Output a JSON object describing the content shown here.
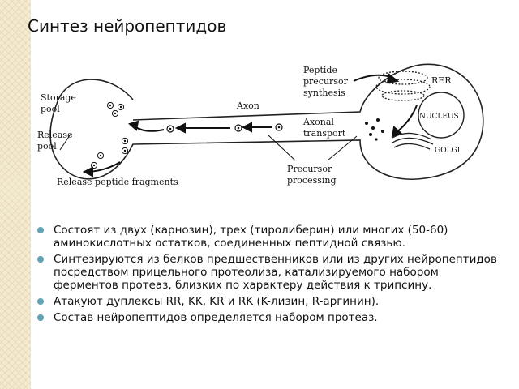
{
  "slide": {
    "title": "Синтез нейропептидов",
    "colors": {
      "bullet": "#5fa3b5",
      "strip": "#f3ead0"
    }
  },
  "diagram": {
    "labels": {
      "storage_pool_1": "Storage",
      "storage_pool_2": "pool",
      "release_pool_1": "Release",
      "release_pool_2": "pool",
      "release_fragments": "Release  peptide fragments",
      "axon": "Axon",
      "axonal_transport_1": "Axonal",
      "axonal_transport_2": "transport",
      "precursor_processing_1": "Precursor",
      "precursor_processing_2": "processing",
      "peptide_precursor_1": "Peptide",
      "peptide_precursor_2": "precursor",
      "peptide_precursor_3": "synthesis",
      "rer": "RER",
      "nucleus": "NUCLEUS",
      "golgi": "GOLGI"
    }
  },
  "bullets": [
    "Состоят из двух (карнозин), трех (тиролиберин) или многих (50-60) аминокислотных остатков, соединенных пептидной связью.",
    "Синтезируются из белков предшественников или из других нейропептидов  посредством прицельного протеолиза, катализируемого набором ферментов протеаз, близких по характеру действия к трипсину.",
    "Атакуют дуплексы RR, KK, KR  и  RK (K-лизин, R-аргинин).",
    "Состав нейропептидов определяется набором протеаз."
  ]
}
